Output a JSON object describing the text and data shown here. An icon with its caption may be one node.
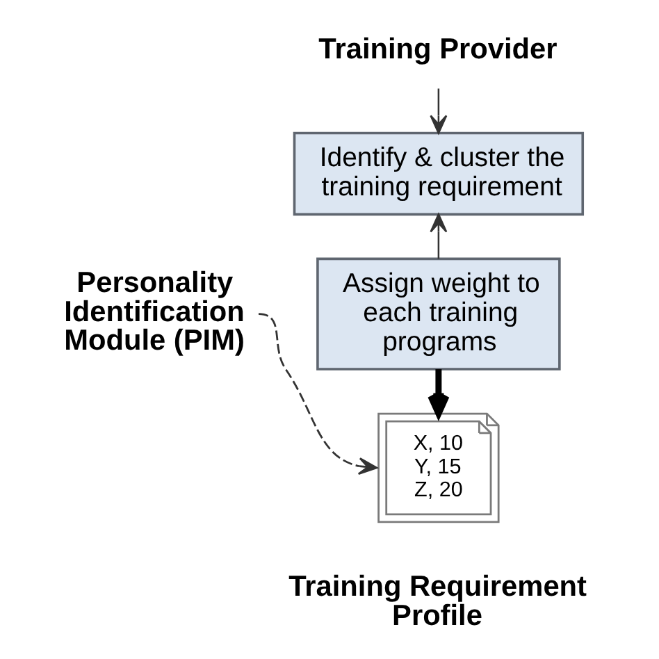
{
  "diagram": {
    "nodes": [
      {
        "text": [
          "Training Provider"
        ]
      },
      {
        "text": [
          "Identify & cluster the training requirement"
        ]
      },
      {
        "text": [
          "Assign weight to each training programs"
        ]
      },
      {
        "text": [
          "Personality Identification Module (PIM)"
        ]
      },
      {
        "text": [
          "X, 10",
          "Y, 15",
          "Z, 20"
        ],
        "beside": [
          "Training Requirement Profile"
        ]
      }
    ],
    "edges": [
      {
        "from": 0,
        "to": 1,
        "arrow": "to"
      },
      {
        "from": 2,
        "to": 1,
        "arrow": "to"
      },
      {
        "from": 2,
        "to": 4,
        "arrow": "to",
        "style": "thick"
      },
      {
        "from": 3,
        "to": 4,
        "arrow": "to",
        "style": "dashed"
      }
    ]
  }
}
